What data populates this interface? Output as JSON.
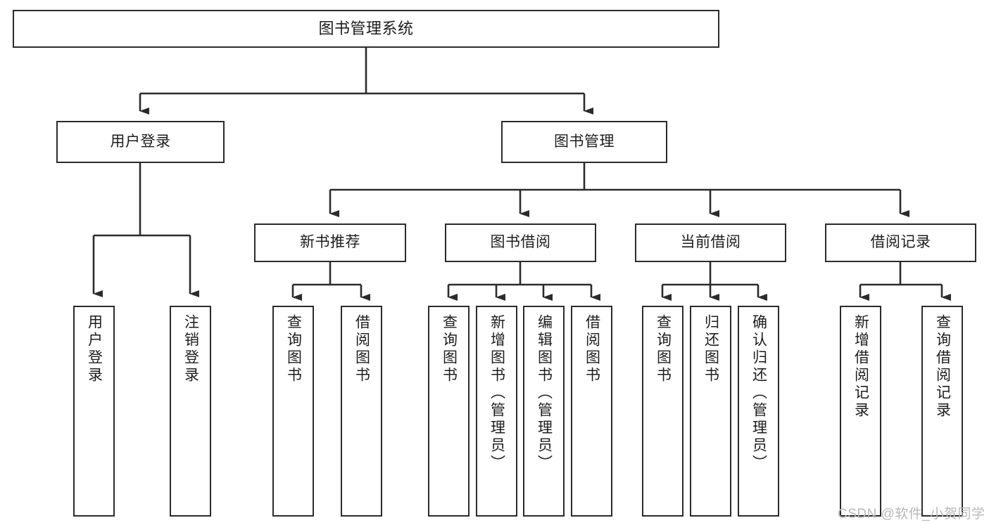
{
  "diagram": {
    "title": "图书管理系统",
    "type": "hierarchy-tree",
    "colors": {
      "background": "#ffffff",
      "node_border": "#2b2b2b",
      "node_fill": "#ffffff",
      "text": "#1d1d1d",
      "edge": "#2b2b2b",
      "watermark": "#b9b9b9"
    },
    "nodes": {
      "root": {
        "label": "图书管理系统",
        "level": 1
      },
      "l2": [
        {
          "id": "user-login",
          "label": "用户登录",
          "level": 2
        },
        {
          "id": "book-manage",
          "label": "图书管理",
          "level": 2
        }
      ],
      "l3": [
        {
          "id": "new-book-rec",
          "label": "新书推荐",
          "level": 3
        },
        {
          "id": "book-borrow",
          "label": "图书借阅",
          "level": 3
        },
        {
          "id": "current-borrow",
          "label": "当前借阅",
          "level": 3
        },
        {
          "id": "borrow-record",
          "label": "借阅记录",
          "level": 3
        }
      ],
      "leaves": [
        {
          "id": "leaf-user-login",
          "label": "用户登录",
          "parent": "user-login"
        },
        {
          "id": "leaf-user-logout",
          "label": "注销登录",
          "parent": "user-login"
        },
        {
          "id": "leaf-query-book-1",
          "label": "查询图书",
          "parent": "new-book-rec"
        },
        {
          "id": "leaf-borrow-book-1",
          "label": "借阅图书",
          "parent": "new-book-rec"
        },
        {
          "id": "leaf-query-book-2",
          "label": "查询图书",
          "parent": "book-borrow"
        },
        {
          "id": "leaf-add-book",
          "label": "新增图书（管理员）",
          "parent": "book-borrow"
        },
        {
          "id": "leaf-edit-book",
          "label": "编辑图书（管理员）",
          "parent": "book-borrow"
        },
        {
          "id": "leaf-borrow-book-2",
          "label": "借阅图书",
          "parent": "book-borrow"
        },
        {
          "id": "leaf-query-book-3",
          "label": "查询图书",
          "parent": "current-borrow"
        },
        {
          "id": "leaf-return-book",
          "label": "归还图书",
          "parent": "current-borrow"
        },
        {
          "id": "leaf-confirm-return",
          "label": "确认归还（管理员）",
          "parent": "current-borrow"
        },
        {
          "id": "leaf-add-record",
          "label": "新增借阅记录",
          "parent": "borrow-record"
        },
        {
          "id": "leaf-query-record",
          "label": "查询借阅记录",
          "parent": "borrow-record"
        }
      ]
    },
    "watermark": "CSDN @软件_小贺同学"
  }
}
